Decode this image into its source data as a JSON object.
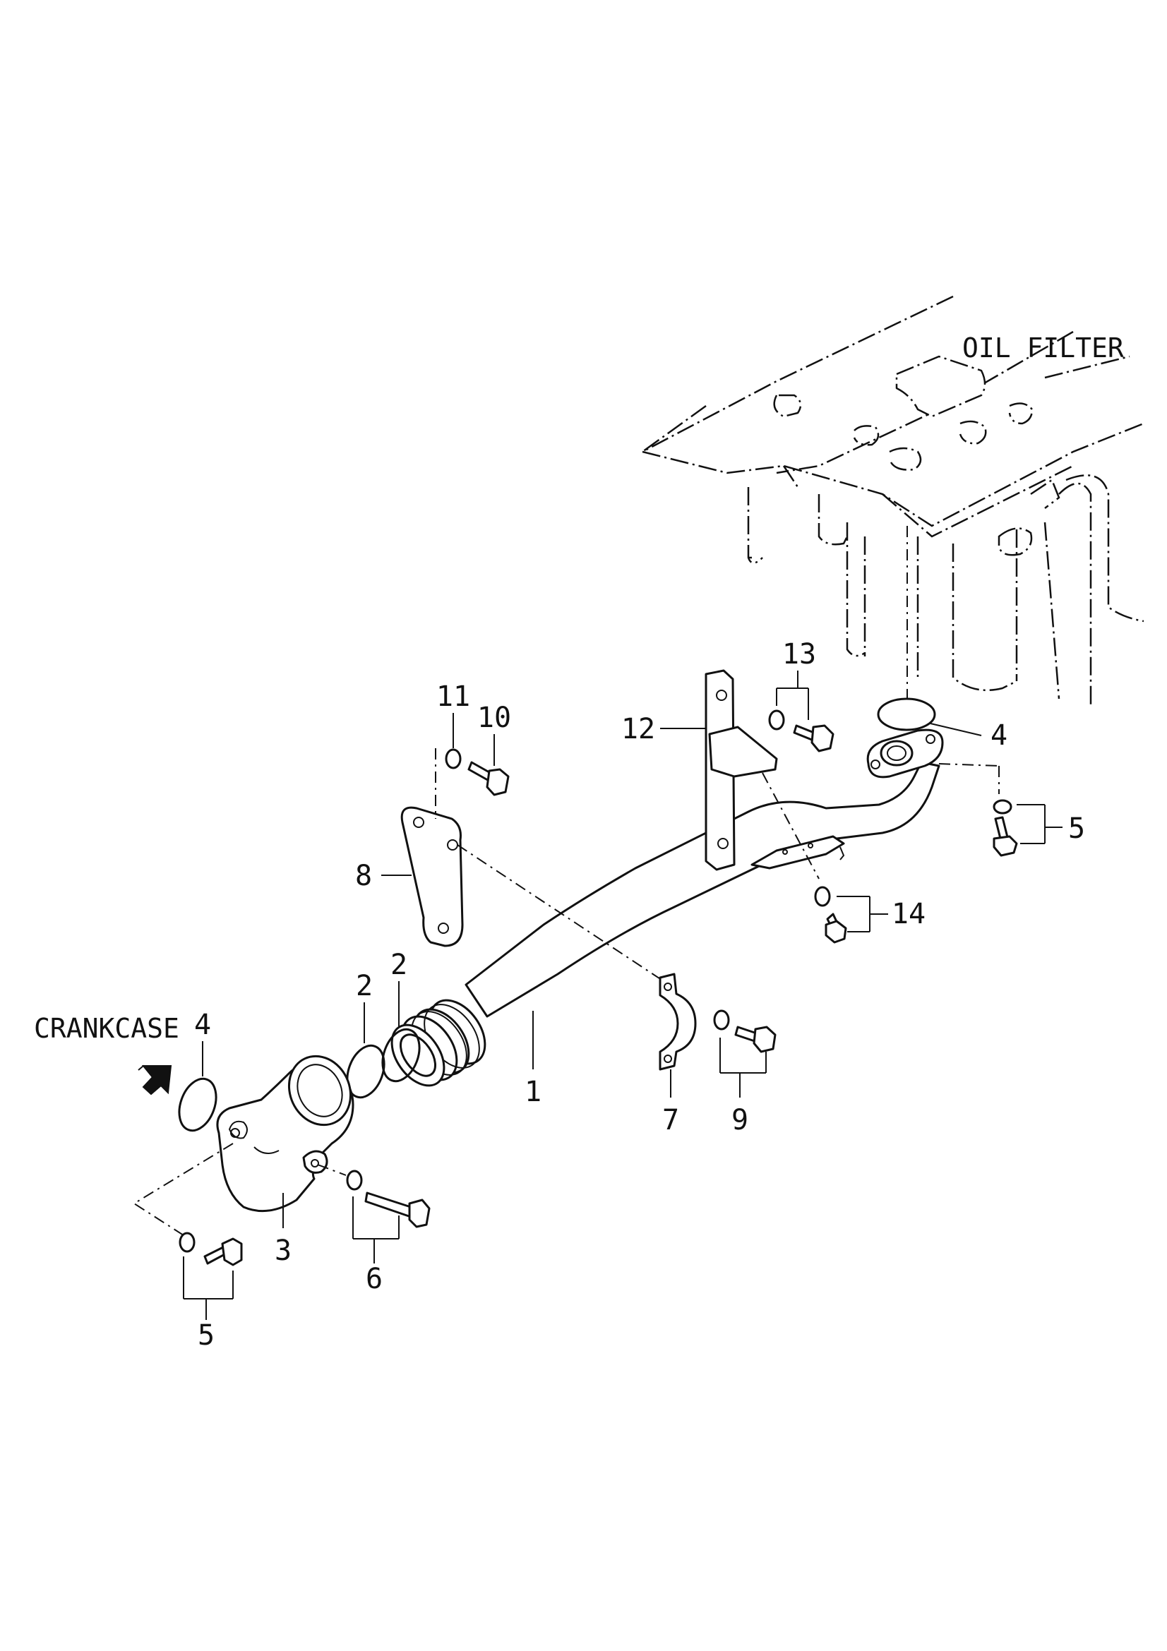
{
  "labels": {
    "oil_filter": "OIL FILTER",
    "crankcase": "CRANKCASE"
  },
  "callouts": {
    "c1": "1",
    "c2a": "2",
    "c2b": "2",
    "c3": "3",
    "c4a": "4",
    "c4b": "4",
    "c5a": "5",
    "c5b": "5",
    "c6": "6",
    "c7": "7",
    "c8": "8",
    "c9": "9",
    "c10": "10",
    "c11": "11",
    "c12": "12",
    "c13": "13",
    "c14": "14"
  }
}
